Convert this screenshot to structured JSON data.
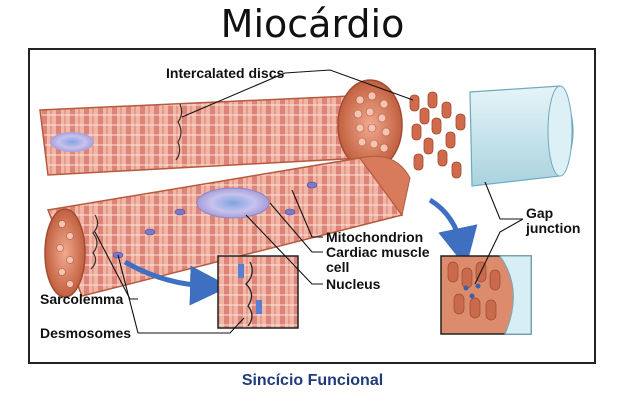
{
  "title": "Miocárdio",
  "subtitle": "Sincício Funcional",
  "labels": {
    "intercalated_discs": "Intercalated discs",
    "gap_junction_1": "Gap",
    "gap_junction_2": "junction",
    "mitochondrion": "Mitochondrion",
    "cardiac_muscle_cell_1": "Cardiac muscle",
    "cardiac_muscle_cell_2": "cell",
    "nucleus": "Nucleus",
    "sarcolemma": "Sarcolemma",
    "desmosomes": "Desmosomes"
  },
  "colors": {
    "muscle": "#e9a089",
    "muscle_dark": "#b65a3d",
    "striation": "#d47b73",
    "nucleus": "#bcb6e6",
    "arrow": "#3f6fc0",
    "membrane": "#bfe0ea",
    "subtitle": "#1f3b7a"
  }
}
